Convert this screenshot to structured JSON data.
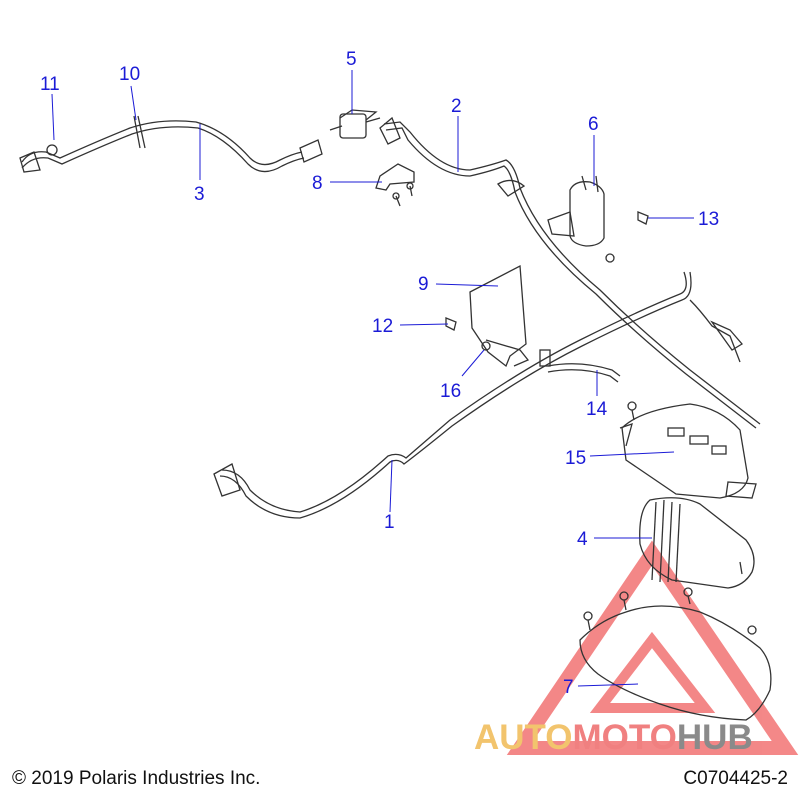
{
  "callouts": [
    {
      "id": "1",
      "label": "1"
    },
    {
      "id": "2",
      "label": "2"
    },
    {
      "id": "3",
      "label": "3"
    },
    {
      "id": "4",
      "label": "4"
    },
    {
      "id": "5",
      "label": "5"
    },
    {
      "id": "6",
      "label": "6"
    },
    {
      "id": "7",
      "label": "7"
    },
    {
      "id": "8",
      "label": "8"
    },
    {
      "id": "9",
      "label": "9"
    },
    {
      "id": "10",
      "label": "10"
    },
    {
      "id": "11",
      "label": "11"
    },
    {
      "id": "12",
      "label": "12"
    },
    {
      "id": "13",
      "label": "13"
    },
    {
      "id": "14",
      "label": "14"
    },
    {
      "id": "15",
      "label": "15"
    },
    {
      "id": "16",
      "label": "16"
    }
  ],
  "footer": {
    "copyright": "© 2019 Polaris Industries Inc.",
    "drawing_number": "C0704425-2"
  },
  "watermark": {
    "part1": "AUTO",
    "part2": "MOTO",
    "part3": "HUB",
    "color_auto": "#f2c46d",
    "color_moto": "#f08080",
    "color_hub": "#8a8a8a",
    "triangle_color": "#f06060"
  },
  "colors": {
    "callout": "#1b1bd6",
    "line_art": "#333333"
  }
}
